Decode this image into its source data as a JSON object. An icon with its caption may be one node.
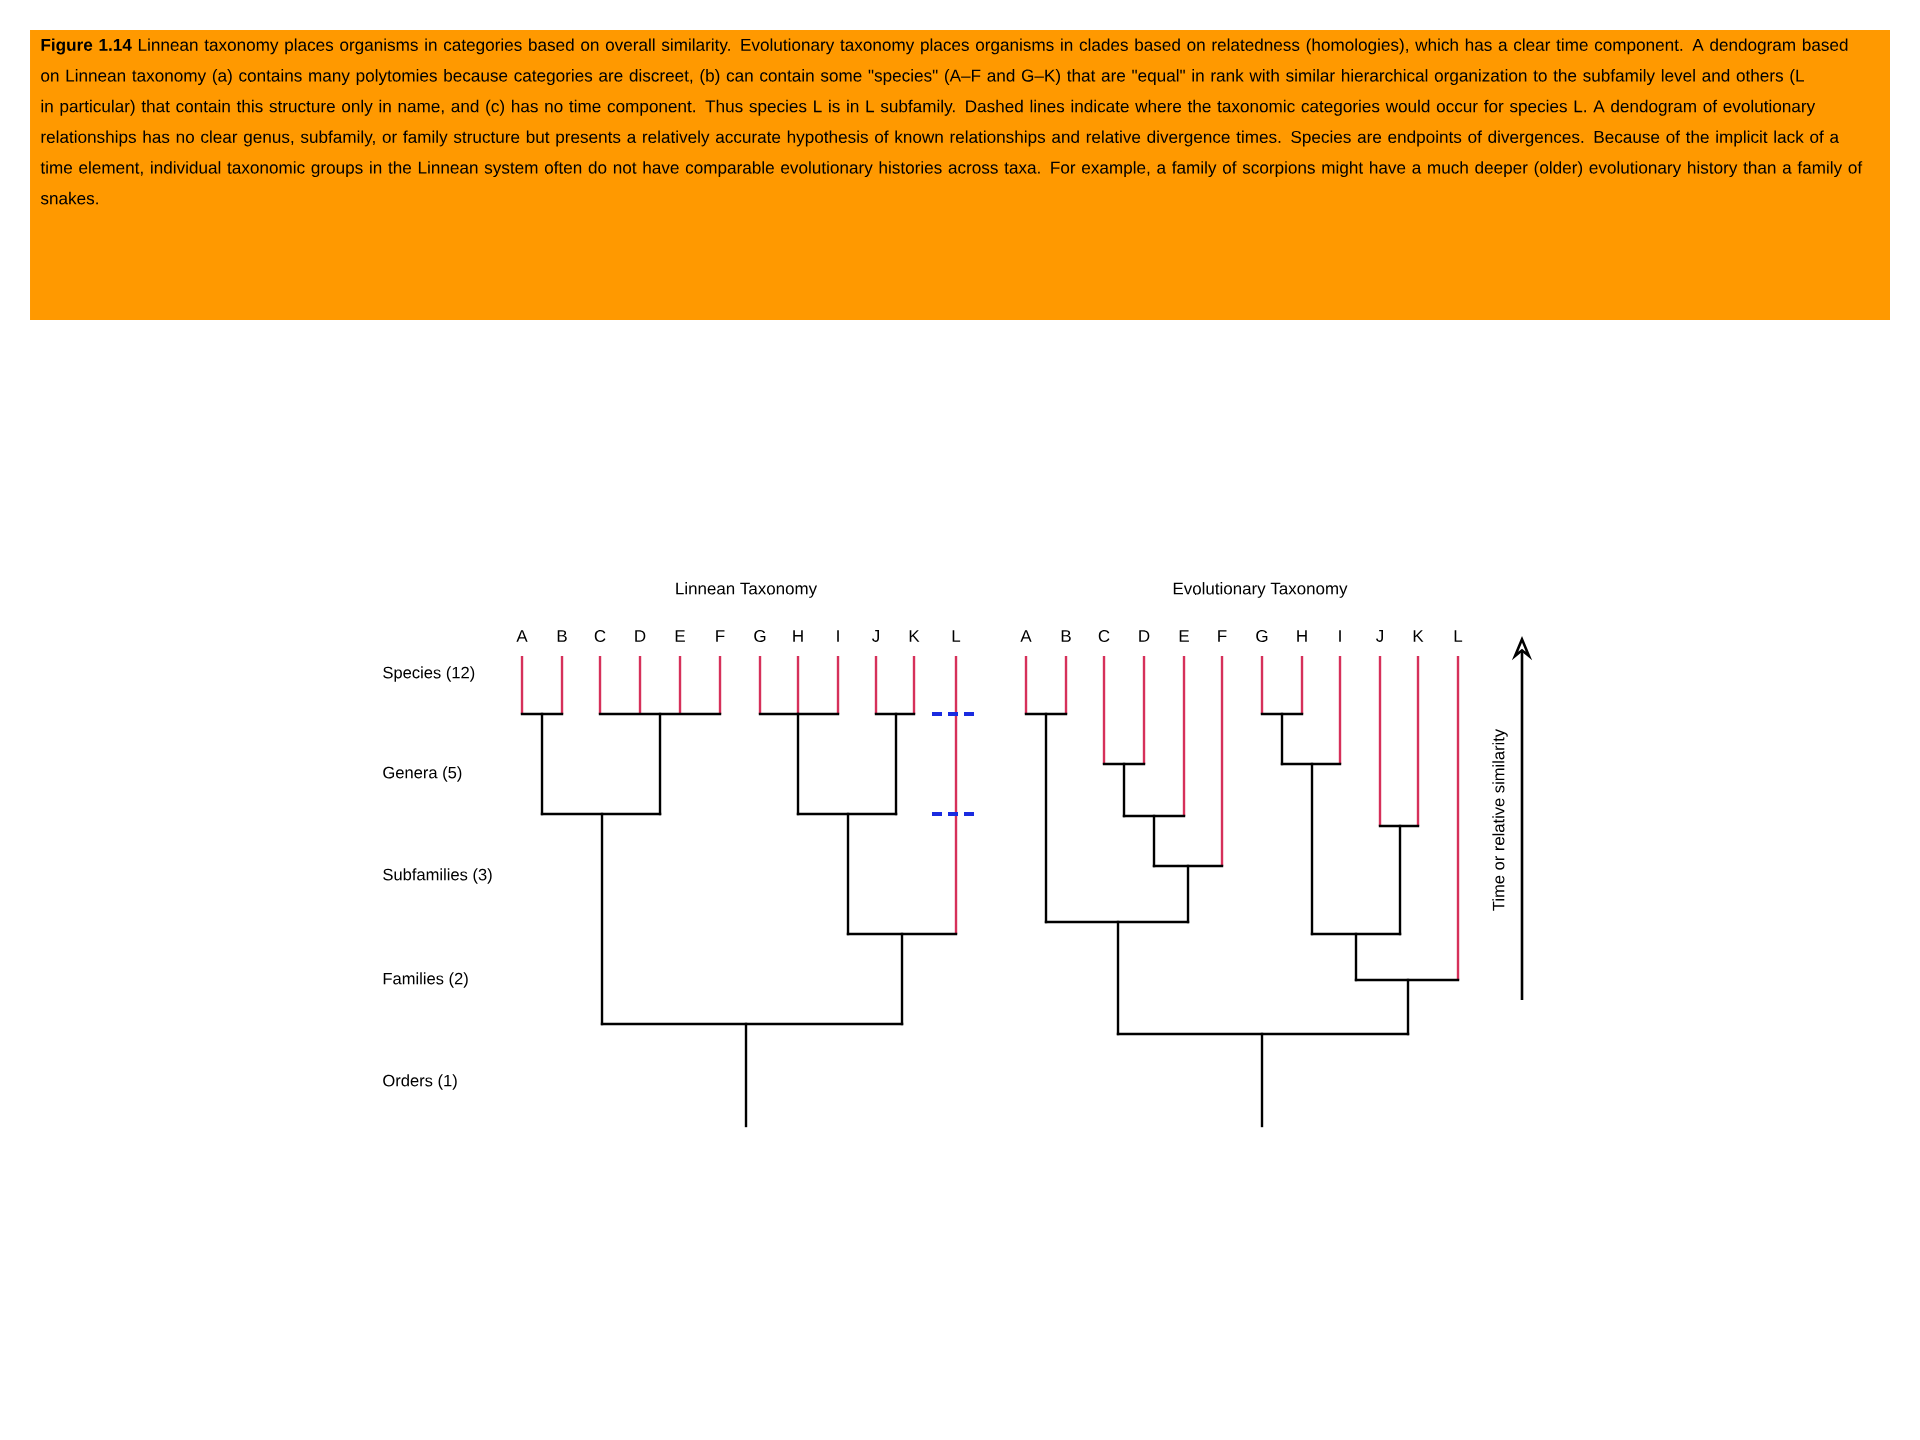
{
  "diagram": {
    "caption": "**Figure 1.14** Linnean taxonomy places organisms in categories based on overall similarity. Evolutionary taxonomy places organisms in clades based on relatedness (homologies), which has a clear time component. A dendogram based on Linnean taxonomy (a) contains many polytomies because categories are discreet, (b) can contain some \"species\" (A–F and G–K) that are \"equal\" in rank with similar hierarchical organization to the subfamily level and others (L in particular) that contain this structure only in name, and (c) has no time component. Thus species L is in L subfamily. Dashed lines indicate where the taxonomic categories would occur for species L. A dendogram of evolutionary relationships has no clear genus, subfamily, or family structure but presents a relatively accurate hypothesis of known relationships and relative divergence times. Species are endpoints of divergences. Because of the implicit lack of a time element, individual taxonomic groups in the Linnean system often do not have comparable evolutionary histories across taxa. For example, a family of scorpions might have a much deeper (older) evolutionary history than a family of snakes.",
    "labels": [
      "Linnean Taxonomy",
      "Evolutionary Taxonomy",
      "A",
      "B",
      "C",
      "D",
      "E",
      "F",
      "G",
      "H",
      "I",
      "J",
      "K",
      "L",
      "A",
      "B",
      "C",
      "D",
      "E",
      "F",
      "G",
      "H",
      "I",
      "J",
      "K",
      "L",
      "Species (12)",
      "Genera (5)",
      "Subfamilies (3)",
      "Families (2)",
      "Orders (1)",
      "Time or relative similarity"
    ]
  }
}
